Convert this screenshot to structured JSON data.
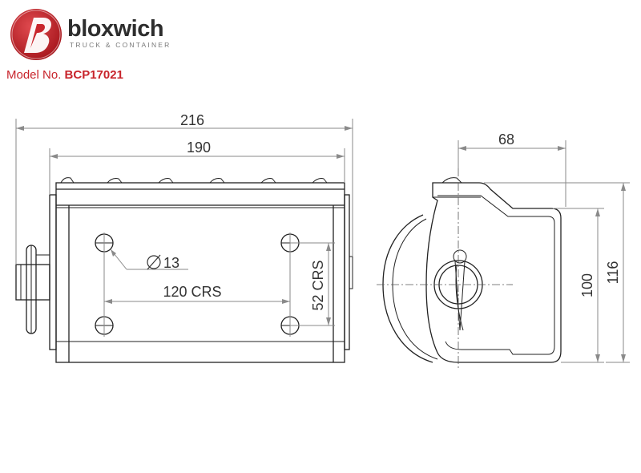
{
  "brand": {
    "name": "bloxwich",
    "tagline": "TRUCK & CONTAINER",
    "colors": {
      "red": "#c8252c",
      "dark": "#2d2d2d"
    }
  },
  "model": {
    "label": "Model No.",
    "number": "BCP17021"
  },
  "dimensions": {
    "overall_width": "216",
    "body_width": "190",
    "hole_diameter": "13",
    "hole_spacing_horizontal": "120 CRS",
    "hole_spacing_vertical": "52 CRS",
    "depth": "68",
    "inner_height": "100",
    "overall_height": "116"
  }
}
